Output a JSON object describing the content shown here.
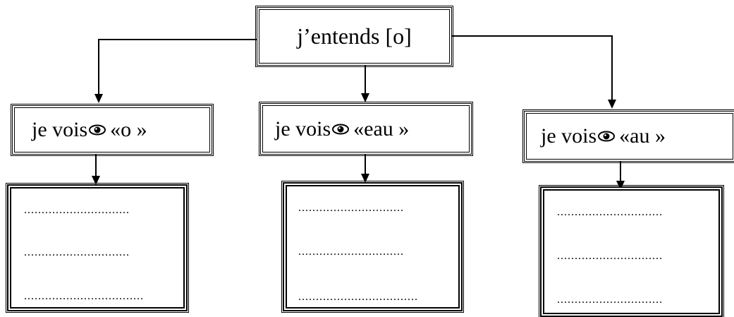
{
  "root": {
    "label": "j’entends [o]"
  },
  "branches": [
    {
      "prefix": "je vois",
      "icon": "eye-icon",
      "grapheme": "«o »",
      "answer_lines": [
        "..............................",
        "..............................",
        ".................................."
      ]
    },
    {
      "prefix": "je vois",
      "icon": "eye-icon",
      "grapheme": "«eau »",
      "answer_lines": [
        "..............................",
        "..............................",
        ".................................."
      ]
    },
    {
      "prefix": "je vois",
      "icon": "eye-icon",
      "grapheme": "«au »",
      "answer_lines": [
        "..............................",
        "..............................",
        ".............................."
      ]
    }
  ]
}
